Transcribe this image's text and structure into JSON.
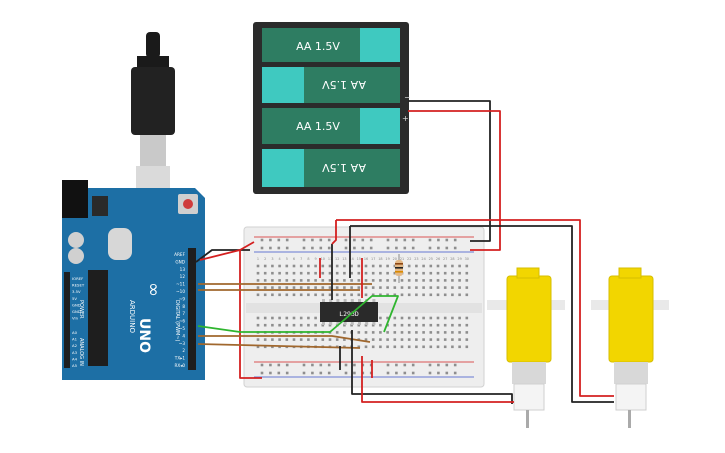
{
  "battery": {
    "cells": [
      {
        "label": "AA 1.5V",
        "flipped": false
      },
      {
        "label": "AA 1.5V",
        "flipped": true
      },
      {
        "label": "AA 1.5V",
        "flipped": false
      },
      {
        "label": "AA 1.5V",
        "flipped": true
      }
    ],
    "minus_mark": "−",
    "plus_mark": "+"
  },
  "arduino": {
    "brand": "ARDUINO",
    "model": "UNO",
    "logo": "∞",
    "digital_header": "DIGITAL (PWM~)",
    "digital_pins": [
      "AREF",
      "GND",
      "13",
      "12",
      "~11",
      "~10",
      "~9",
      "8",
      "7",
      "~6",
      "~5",
      "4",
      "~3",
      "2",
      "TX▸1",
      "RX◂0"
    ],
    "power_header": "POWER",
    "power_pins": [
      "IOREF",
      "RESET",
      "3.5V",
      "5V",
      "GND",
      "GND",
      "Vin"
    ],
    "analog_header": "ANALOG IN",
    "analog_pins": [
      "A0",
      "A1",
      "A2",
      "A3",
      "A4",
      "A5"
    ]
  },
  "breadboard": {
    "columns": [
      "1",
      "2",
      "3",
      "4",
      "5",
      "6",
      "7",
      "8",
      "9",
      "10",
      "11",
      "12",
      "13",
      "14",
      "15",
      "16",
      "17",
      "18",
      "19",
      "20",
      "21",
      "22",
      "23",
      "24",
      "25",
      "26",
      "27",
      "28",
      "29",
      "30"
    ]
  },
  "chip": {
    "label": "L293D"
  },
  "colors": {
    "battery_cell": "#2e7d62",
    "battery_cap": "#3fc9c0",
    "board": "#1d6fa5",
    "breadboard": "#eeeeee",
    "motor": "#f2d600",
    "wire_red": "#d42020",
    "wire_black": "#222222",
    "wire_green": "#2fb52f",
    "wire_brown": "#a0672d"
  },
  "icons": [
    "usb-plug-icon",
    "dc-jack-icon",
    "reset-button-icon",
    "resistor-icon",
    "dc-motor-icon"
  ]
}
